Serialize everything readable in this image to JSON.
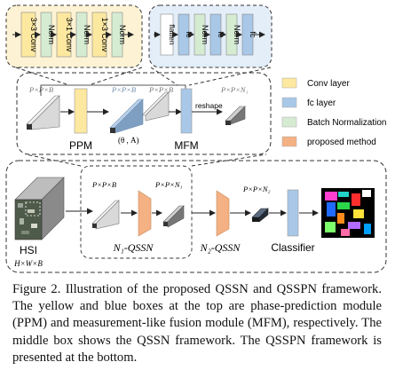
{
  "ppm_box": {
    "blocks": [
      "3×3 Conv",
      "Norm",
      "3×1 Conv",
      "Norm",
      "1×3 Conv",
      "Norm"
    ]
  },
  "mfm_box": {
    "blocks": [
      "flatten",
      "fc",
      "Norm",
      "fc",
      "Norm",
      "fc"
    ]
  },
  "middle": {
    "dim_in": "P×P×B",
    "dim_mid": "P×P×B",
    "dim_mid2": "P×P×B",
    "dim_out": "P×P×N₁",
    "theta_label": "(θ , A)",
    "reshape_label": "reshape",
    "ppm_label": "PPM",
    "mfm_label": "MFM"
  },
  "legend": [
    {
      "label": "Conv layer",
      "color": "#fde8a0"
    },
    {
      "label": "fc layer",
      "color": "#a9c8e8"
    },
    {
      "label": "Batch Normalization",
      "color": "#d6ecd2"
    },
    {
      "label": "proposed method",
      "color": "#f4b183"
    }
  ],
  "bottom": {
    "dim1": "P×P×B",
    "dim2": "P×P×N₁",
    "dim3": "P×P×N₂",
    "hsi_label": "HSI",
    "hsi_dims": "H×W×B",
    "n1_label": "N₁-QSSN",
    "n2_label": "N₂-QSSN",
    "classifier_label": "Classifier"
  },
  "caption": "Figure 2. Illustration of the proposed QSSN and QSSPN framework. The yellow and blue boxes at the top are phase-prediction module (PPM) and measurement-like fusion module (MFM), respectively. The middle box shows the QSSN framework. The QSSPN framework is presented at the bottom."
}
